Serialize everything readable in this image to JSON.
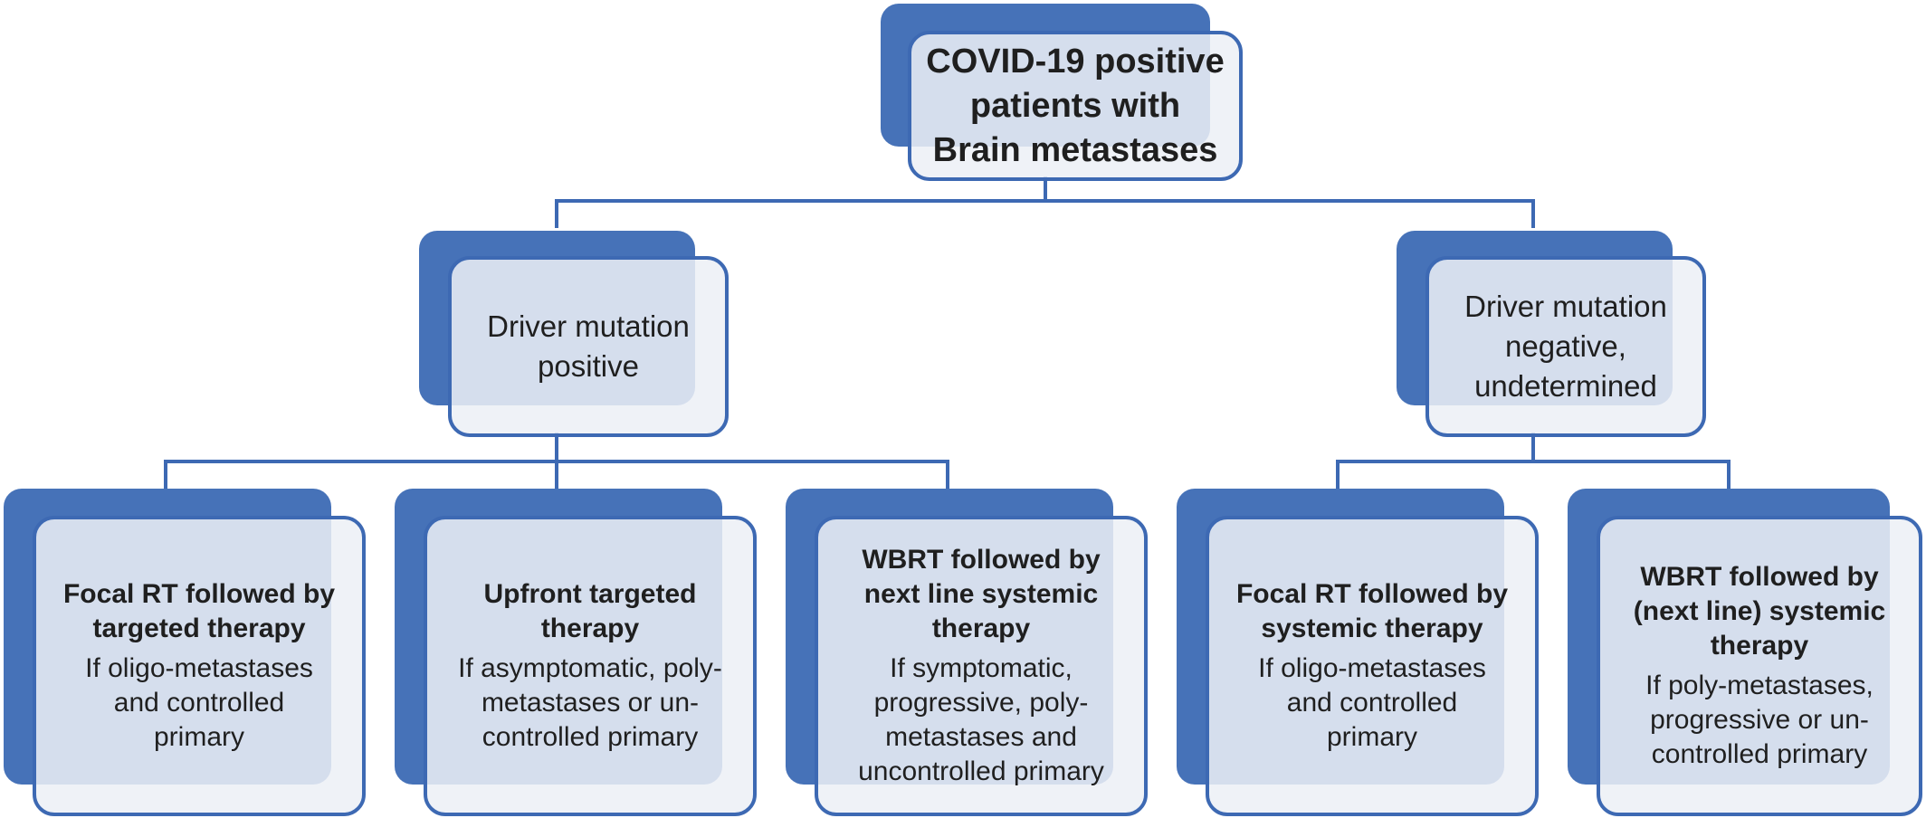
{
  "root": {
    "text": "COVID-19 positive\npatients with\nBrain metastases"
  },
  "branches": [
    {
      "label": "Driver mutation\npositive",
      "options": [
        {
          "title": "Focal RT followed by\ntargeted therapy",
          "condition": "If oligo-metastases\nand controlled\nprimary"
        },
        {
          "title": "Upfront targeted\ntherapy",
          "condition": "If asymptomatic, poly-\nmetastases or un-\ncontrolled primary"
        },
        {
          "title": "WBRT followed by\nnext line systemic\ntherapy",
          "condition": "If symptomatic,\nprogressive, poly-\nmetastases and\nuncontrolled primary"
        }
      ]
    },
    {
      "label": "Driver mutation\nnegative,\nundetermined",
      "options": [
        {
          "title": "Focal RT followed by\nsystemic therapy",
          "condition": "If oligo-metastases\nand controlled\nprimary"
        },
        {
          "title": "WBRT followed by\n(next line) systemic\ntherapy",
          "condition": "If poly-metastases,\nprogressive or un-\ncontrolled primary"
        }
      ]
    }
  ],
  "colors": {
    "accent": "#4672b8",
    "border": "#3d69b3",
    "card_fill": "#ecf0f6"
  }
}
